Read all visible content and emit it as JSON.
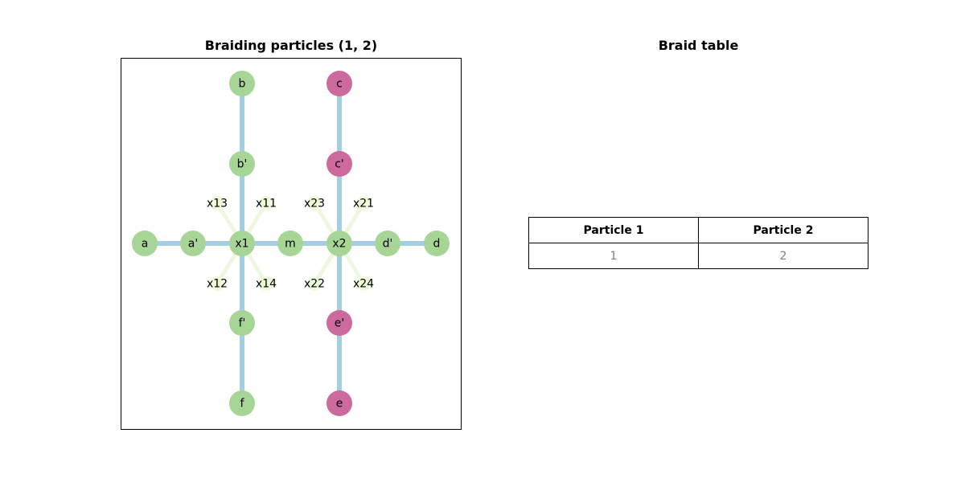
{
  "graph": {
    "title": "Braiding particles (1, 2)",
    "colors": {
      "edge": "#a6cee3",
      "diagonal_edge": "#eef7e0",
      "green_node": "#a6d596",
      "magenta_node": "#cc6a9d",
      "junction_node": "#eefbd8"
    },
    "nodes": [
      {
        "id": "a",
        "label": "a",
        "kind": "green"
      },
      {
        "id": "a'",
        "label": "a'",
        "kind": "green"
      },
      {
        "id": "x1",
        "label": "x1",
        "kind": "green"
      },
      {
        "id": "m",
        "label": "m",
        "kind": "green"
      },
      {
        "id": "x2",
        "label": "x2",
        "kind": "green"
      },
      {
        "id": "d'",
        "label": "d'",
        "kind": "green"
      },
      {
        "id": "d",
        "label": "d",
        "kind": "green"
      },
      {
        "id": "b",
        "label": "b",
        "kind": "green"
      },
      {
        "id": "b'",
        "label": "b'",
        "kind": "green"
      },
      {
        "id": "f'",
        "label": "f'",
        "kind": "green"
      },
      {
        "id": "f",
        "label": "f",
        "kind": "green"
      },
      {
        "id": "c",
        "label": "c",
        "kind": "magenta"
      },
      {
        "id": "c'",
        "label": "c'",
        "kind": "magenta"
      },
      {
        "id": "e'",
        "label": "e'",
        "kind": "magenta"
      },
      {
        "id": "e",
        "label": "e",
        "kind": "magenta"
      },
      {
        "id": "x11",
        "label": "x11",
        "kind": "junction"
      },
      {
        "id": "x12",
        "label": "x12",
        "kind": "junction"
      },
      {
        "id": "x13",
        "label": "x13",
        "kind": "junction"
      },
      {
        "id": "x14",
        "label": "x14",
        "kind": "junction"
      },
      {
        "id": "x21",
        "label": "x21",
        "kind": "junction"
      },
      {
        "id": "x22",
        "label": "x22",
        "kind": "junction"
      },
      {
        "id": "x23",
        "label": "x23",
        "kind": "junction"
      },
      {
        "id": "x24",
        "label": "x24",
        "kind": "junction"
      }
    ],
    "edges": [
      [
        "a",
        "a'"
      ],
      [
        "a'",
        "x1"
      ],
      [
        "x1",
        "m"
      ],
      [
        "m",
        "x2"
      ],
      [
        "x2",
        "d'"
      ],
      [
        "d'",
        "d"
      ],
      [
        "b",
        "b'"
      ],
      [
        "b'",
        "x1"
      ],
      [
        "x1",
        "f'"
      ],
      [
        "f'",
        "f"
      ],
      [
        "c",
        "c'"
      ],
      [
        "c'",
        "x2"
      ],
      [
        "x2",
        "e'"
      ],
      [
        "e'",
        "e"
      ]
    ],
    "diagonal_edges": [
      [
        "x1",
        "x11"
      ],
      [
        "x1",
        "x12"
      ],
      [
        "x1",
        "x13"
      ],
      [
        "x1",
        "x14"
      ],
      [
        "x2",
        "x21"
      ],
      [
        "x2",
        "x22"
      ],
      [
        "x2",
        "x23"
      ],
      [
        "x2",
        "x24"
      ]
    ]
  },
  "table": {
    "title": "Braid table",
    "headers": [
      "Particle 1",
      "Particle 2"
    ],
    "rows": [
      [
        "1",
        "2"
      ]
    ]
  }
}
